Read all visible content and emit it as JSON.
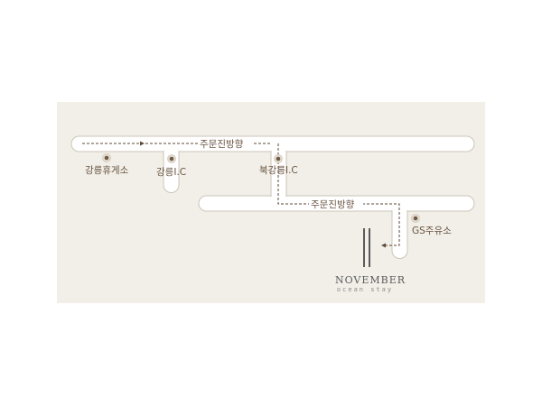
{
  "labels": {
    "direction_top": "주문진방향",
    "direction_bottom": "주문진방향",
    "gangneung_rest_area": "강릉휴게소",
    "gangneung_ic": "강릉I.C",
    "north_gangneung_ic": "북강릉I.C",
    "gs_station": "GS주유소"
  },
  "brand": {
    "name": "NOVEMBER",
    "tagline": "ocean stay"
  },
  "colors": {
    "panel_bg": "#f1efe8",
    "road_fill": "#ffffff",
    "road_border": "#cdc6b8",
    "route": "#5e4a38",
    "label_text": "#6b5542"
  }
}
